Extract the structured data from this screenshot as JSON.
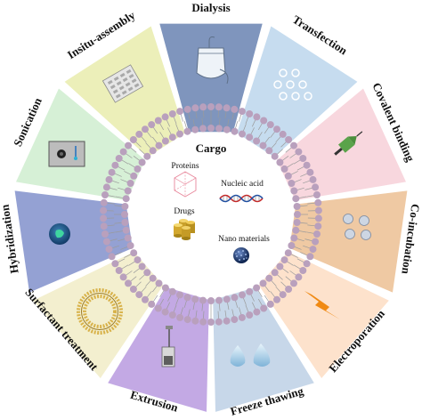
{
  "center": {
    "title": "Cargo",
    "items": [
      {
        "label": "Proteins",
        "icon": "protein-icon"
      },
      {
        "label": "Nucleic acid",
        "icon": "dna-icon"
      },
      {
        "label": "Drugs",
        "icon": "drug-cylinders-icon"
      },
      {
        "label": "Nano materials",
        "icon": "nanoparticle-icon"
      }
    ]
  },
  "methods": [
    {
      "label": "Dialysis",
      "color": "#7f95bd",
      "icon": "dialysis-bag-icon"
    },
    {
      "label": "Transfection",
      "color": "#c6dcef",
      "icon": "transfection-circles-icon"
    },
    {
      "label": "Covalent binding",
      "color": "#f8d7de",
      "icon": "syringe-icon"
    },
    {
      "label": "Co-incubation",
      "color": "#efc9a3",
      "icon": "coincubation-spheres-icon"
    },
    {
      "label": "Electroporation",
      "color": "#fde2cc",
      "icon": "lightning-icon"
    },
    {
      "label": "Freeze thawing",
      "color": "#c7d7e9",
      "icon": "droplet-icon"
    },
    {
      "label": "Extrusion",
      "color": "#c3a9e4",
      "icon": "extruder-icon"
    },
    {
      "label": "Surfactant treatment",
      "color": "#f3efcf",
      "icon": "micelle-icon"
    },
    {
      "label": "Hybridization",
      "color": "#94a1d3",
      "icon": "hybrid-cell-icon"
    },
    {
      "label": "Sonication",
      "color": "#d6f0d6",
      "icon": "sonicator-icon"
    },
    {
      "label": "Insitu-assembly",
      "color": "#ecefb9",
      "icon": "assembly-chip-icon"
    }
  ],
  "membrane": {
    "head_color": "#b9a0bd",
    "tail_color": "#9a9a9a"
  }
}
